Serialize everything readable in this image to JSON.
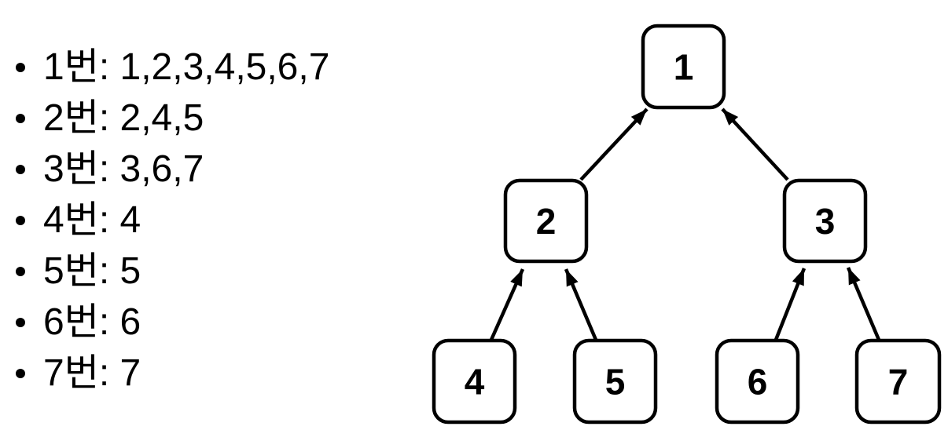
{
  "slide": {
    "background_color": "#ffffff",
    "foreground_color": "#000000"
  },
  "list": {
    "items": [
      {
        "text": "1번: 1,2,3,4,5,6,7"
      },
      {
        "text": "2번: 2,4,5"
      },
      {
        "text": "3번: 3,6,7"
      },
      {
        "text": "4번: 4"
      },
      {
        "text": "5번: 5"
      },
      {
        "text": "6번: 6"
      },
      {
        "text": "7번: 7"
      }
    ]
  },
  "tree": {
    "type": "binary-tree",
    "nodes": [
      {
        "id": "1",
        "label": "1"
      },
      {
        "id": "2",
        "label": "2"
      },
      {
        "id": "3",
        "label": "3"
      },
      {
        "id": "4",
        "label": "4"
      },
      {
        "id": "5",
        "label": "5"
      },
      {
        "id": "6",
        "label": "6"
      },
      {
        "id": "7",
        "label": "7"
      }
    ],
    "edges": [
      {
        "from": "2",
        "to": "1"
      },
      {
        "from": "3",
        "to": "1"
      },
      {
        "from": "4",
        "to": "2"
      },
      {
        "from": "5",
        "to": "2"
      },
      {
        "from": "6",
        "to": "3"
      },
      {
        "from": "7",
        "to": "3"
      }
    ]
  }
}
